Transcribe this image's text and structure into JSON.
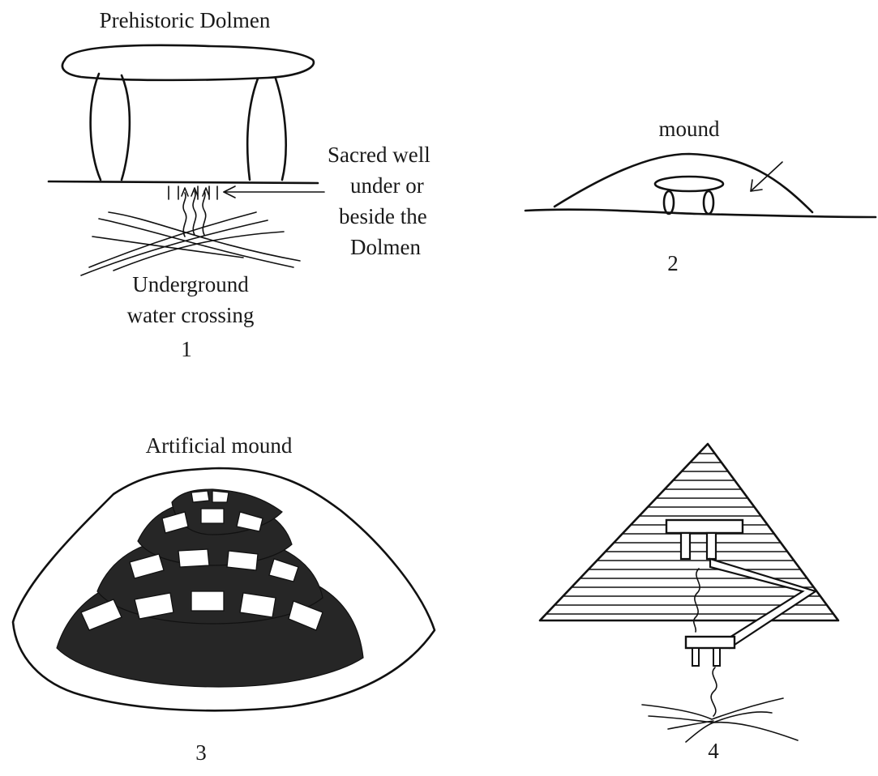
{
  "panel1": {
    "title": "Prehistoric Dolmen",
    "well_label": [
      "Sacred well",
      "under or",
      "beside the",
      "Dolmen"
    ],
    "water_label": [
      "Underground",
      "water crossing"
    ],
    "number": "1"
  },
  "panel2": {
    "title": "mound",
    "number": "2"
  },
  "panel3": {
    "title": "Artificial mound",
    "number": "3"
  },
  "panel4": {
    "number": "4"
  }
}
